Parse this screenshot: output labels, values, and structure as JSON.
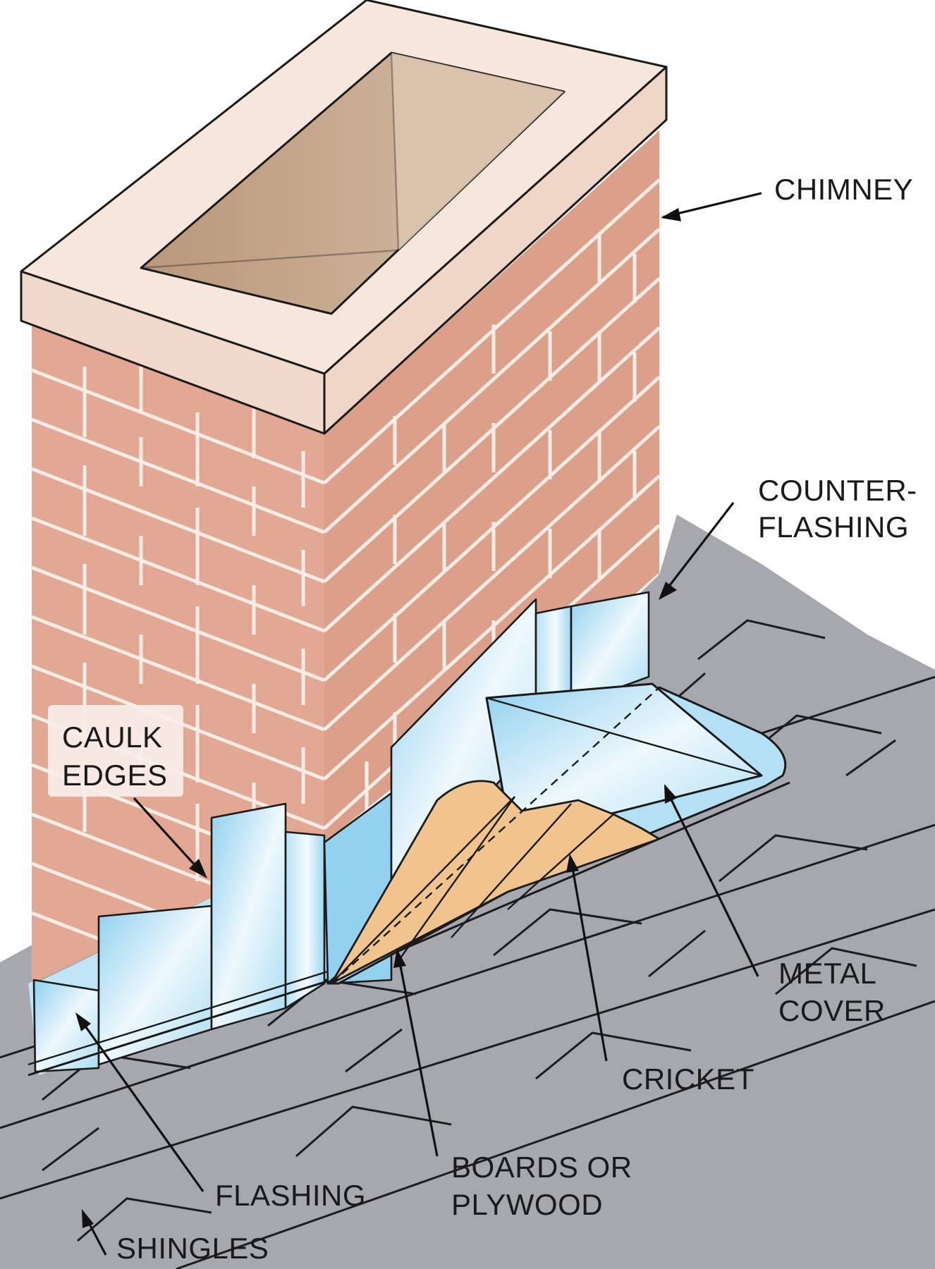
{
  "colors": {
    "brick": "#e2a893",
    "mortar": "#f7ece6",
    "cap": "#f6e6dc",
    "flue": "#c9ab90",
    "roof": "#a7a8ae",
    "metal": "#a9dcf2",
    "wood": "#f1c48e"
  },
  "labels": {
    "chimney": "CHIMNEY",
    "counter_flashing_1": "COUNTER-",
    "counter_flashing_2": "FLASHING",
    "caulk_1": "CAULK",
    "caulk_2": "EDGES",
    "metal_cover_1": "METAL",
    "metal_cover_2": "COVER",
    "cricket": "CRICKET",
    "boards_1": "BOARDS OR",
    "boards_2": "PLYWOOD",
    "flashing": "FLASHING",
    "shingles": "SHINGLES"
  }
}
